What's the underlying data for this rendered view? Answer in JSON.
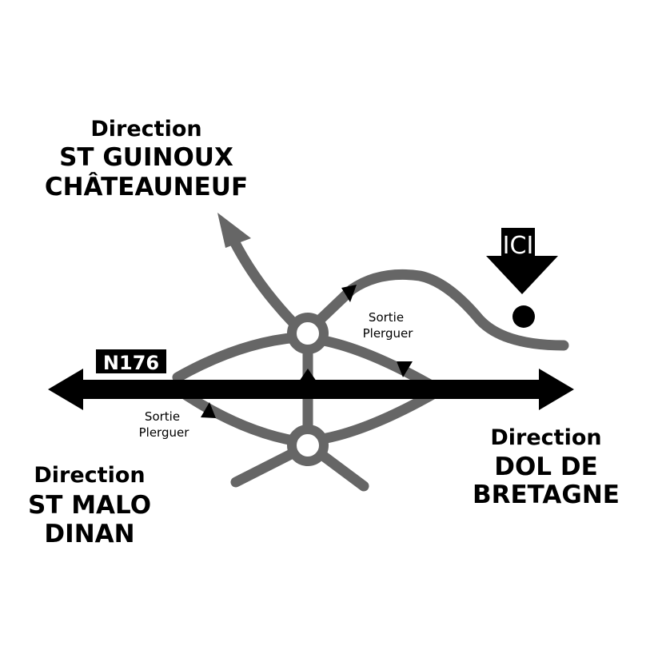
{
  "colors": {
    "road": "#666666",
    "highway": "#000000",
    "background": "#ffffff"
  },
  "labels": {
    "north": {
      "line1": "Direction",
      "line2": "ST GUINOUX",
      "line3": "CHÂTEAUNEUF"
    },
    "southwest": {
      "line1": "Direction",
      "line2": "ST MALO",
      "line3": "DINAN"
    },
    "east": {
      "line1": "Direction",
      "line2": "DOL DE",
      "line3": "BRETAGNE"
    },
    "highway": "N176",
    "here": "ICI",
    "exit_upper": {
      "line1": "Sortie",
      "line2": "Plerguer"
    },
    "exit_lower": {
      "line1": "Sortie",
      "line2": "Plerguer"
    }
  }
}
